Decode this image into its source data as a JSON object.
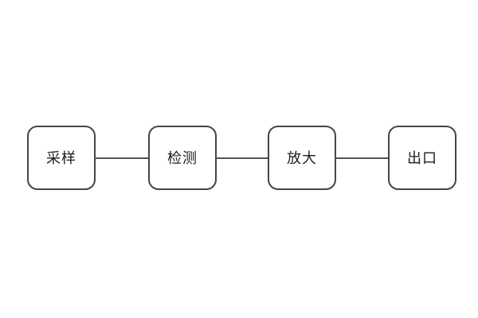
{
  "diagram": {
    "type": "flowchart",
    "direction": "horizontal",
    "nodes": [
      {
        "label": "采样"
      },
      {
        "label": "检测"
      },
      {
        "label": "放大"
      },
      {
        "label": "出口"
      }
    ],
    "connections": [
      {
        "from": "采样",
        "to": "检测"
      },
      {
        "from": "检测",
        "to": "放大"
      },
      {
        "from": "放大",
        "to": "出口"
      }
    ],
    "colors": {
      "background": "#ffffff",
      "node_border": "#454545",
      "connector_line": "#555555",
      "text": "#1c1c1c"
    }
  }
}
